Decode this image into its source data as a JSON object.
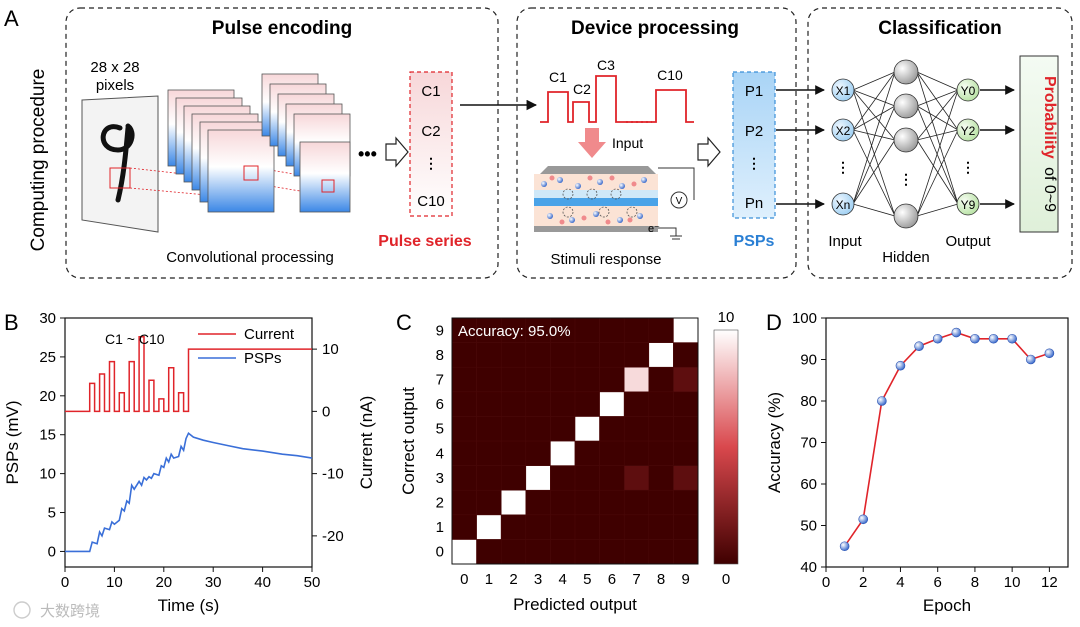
{
  "panels": {
    "A": "A",
    "B": "B",
    "C": "C",
    "D": "D"
  },
  "panelA": {
    "side_label": "Computing procedure",
    "pulse_encoding": {
      "title": "Pulse encoding",
      "pixels_label_1": "28 x 28",
      "pixels_label_2": "pixels",
      "conv_label": "Convolutional processing",
      "dots": "•••",
      "channels": [
        "C1",
        "C2",
        "C10"
      ],
      "series_label": "Pulse series"
    },
    "device_processing": {
      "title": "Device processing",
      "pulse_labels": [
        "C1",
        "C2",
        "C3",
        "C10"
      ],
      "input_label": "Input",
      "stimuli_label": "Stimuli response",
      "electron_label": "e⁻",
      "volt_label": "V",
      "psp_items": [
        "P1",
        "P2",
        "Pn"
      ],
      "psp_label": "PSPs"
    },
    "classification": {
      "title": "Classification",
      "inputs": [
        "X1",
        "X2",
        "Xn"
      ],
      "outputs": [
        "Y0",
        "Y2",
        "Y9"
      ],
      "col_input": "Input",
      "col_hidden": "Hidden",
      "col_output": "Output",
      "prob_word": "Probability",
      "prob_rest": "of 0~9"
    }
  },
  "panelB": {
    "legend": [
      "Current",
      "PSPs"
    ],
    "annotation": "C1 ~ C10",
    "colors": {
      "current": "#e0242a",
      "psp": "#3a6fd8"
    }
  },
  "panelC": {
    "accuracy_text": "Accuracy: 95.0%",
    "colorbar_max": "10",
    "colorbar_min": "0"
  },
  "chart_data": [
    {
      "type": "line",
      "panel": "B",
      "xlabel": "Time (s)",
      "ylabel": "PSPs (mV)",
      "y2label": "Current (nA)",
      "xlim": [
        0,
        50
      ],
      "ylim": [
        -2,
        30
      ],
      "y2lim": [
        -25,
        15
      ],
      "xticks": [
        0,
        10,
        20,
        30,
        40,
        50
      ],
      "yticks": [
        0,
        5,
        10,
        15,
        20,
        25,
        30
      ],
      "y2ticks": [
        -20,
        -10,
        0,
        10
      ],
      "series": [
        {
          "name": "Current",
          "x": [
            0,
            5,
            5,
            6,
            6,
            7,
            7,
            8,
            8,
            9,
            9,
            10,
            10,
            11,
            11,
            12,
            12,
            13,
            13,
            14,
            14,
            15,
            15,
            16,
            16,
            17,
            17,
            18,
            18,
            19,
            19,
            20,
            20,
            21,
            21,
            22,
            22,
            23,
            23,
            24,
            24,
            25,
            25,
            50
          ],
          "y": [
            0,
            0,
            4.5,
            4.5,
            0,
            0,
            6,
            6,
            0,
            0,
            8,
            8,
            0,
            0,
            3,
            3,
            0,
            0,
            8,
            8,
            0,
            0,
            12,
            12,
            0,
            0,
            5,
            5,
            0,
            0,
            2,
            2,
            0,
            0,
            7,
            7,
            0,
            0,
            3,
            3,
            0,
            0,
            10,
            10
          ]
        },
        {
          "name": "PSPs",
          "x": [
            0,
            5,
            5.5,
            6.5,
            7,
            7.5,
            8,
            9,
            9.5,
            10,
            11,
            11.5,
            12,
            12.5,
            13,
            13.5,
            14,
            15,
            15.5,
            16,
            16.5,
            17,
            17.5,
            18,
            19,
            19.5,
            20,
            20.5,
            21,
            21.5,
            22,
            23,
            23.5,
            24,
            24.5,
            25,
            26,
            28,
            30,
            33,
            36,
            40,
            44,
            47,
            50
          ],
          "y": [
            0,
            0,
            1.2,
            1.0,
            2.5,
            2.0,
            3.0,
            2.8,
            3.8,
            3.5,
            4.0,
            5.5,
            5.2,
            6.5,
            6.2,
            8.5,
            8.0,
            9.0,
            8.5,
            9.5,
            9.2,
            9.6,
            9.4,
            10.0,
            9.8,
            11.0,
            10.8,
            12.0,
            11.5,
            12.5,
            12.0,
            12.2,
            13.5,
            13.0,
            14.5,
            15.2,
            14.7,
            14.3,
            14.0,
            13.6,
            13.2,
            12.9,
            12.5,
            12.3,
            12.0
          ]
        }
      ]
    },
    {
      "type": "heatmap",
      "panel": "C",
      "xlabel": "Predicted output",
      "ylabel": "Correct output",
      "x": [
        "0",
        "1",
        "2",
        "3",
        "4",
        "5",
        "6",
        "7",
        "8",
        "9"
      ],
      "y": [
        "0",
        "1",
        "2",
        "3",
        "4",
        "5",
        "6",
        "7",
        "8",
        "9"
      ],
      "zlim": [
        0,
        10
      ],
      "values": [
        [
          10,
          0,
          0,
          0,
          0,
          0,
          0,
          0,
          0,
          0
        ],
        [
          0,
          10,
          0,
          0,
          0,
          0,
          0,
          0,
          0,
          0
        ],
        [
          0,
          0,
          10,
          0,
          0,
          0,
          0,
          0,
          0,
          0
        ],
        [
          0,
          0,
          0,
          10,
          0,
          0,
          0,
          1,
          0,
          1
        ],
        [
          0,
          0,
          0,
          0,
          10,
          0,
          0,
          0,
          0,
          0
        ],
        [
          0,
          0,
          0,
          0,
          0,
          10,
          0,
          0,
          0,
          0
        ],
        [
          0,
          0,
          0,
          0,
          0,
          0,
          10,
          0,
          0,
          0
        ],
        [
          0,
          0,
          0,
          0,
          0,
          0,
          0,
          9,
          0,
          1
        ],
        [
          0,
          0,
          0,
          0,
          0,
          0,
          0,
          0,
          10,
          0
        ],
        [
          0,
          0,
          0,
          0,
          0,
          0,
          0,
          0,
          0,
          10
        ]
      ]
    },
    {
      "type": "line",
      "panel": "D",
      "xlabel": "Epoch",
      "ylabel": "Accuracy (%)",
      "xlim": [
        0,
        13
      ],
      "ylim": [
        40,
        100
      ],
      "xticks": [
        0,
        2,
        4,
        6,
        8,
        10,
        12
      ],
      "yticks": [
        40,
        50,
        60,
        70,
        80,
        90,
        100
      ],
      "series": [
        {
          "x": [
            1,
            2,
            3,
            4,
            5,
            6,
            7,
            8,
            9,
            10,
            11,
            12
          ],
          "y": [
            45,
            51.5,
            80,
            88.5,
            93.2,
            95,
            96.5,
            95,
            95,
            95,
            90,
            91.5
          ]
        }
      ]
    }
  ],
  "watermark": "大数跨境"
}
